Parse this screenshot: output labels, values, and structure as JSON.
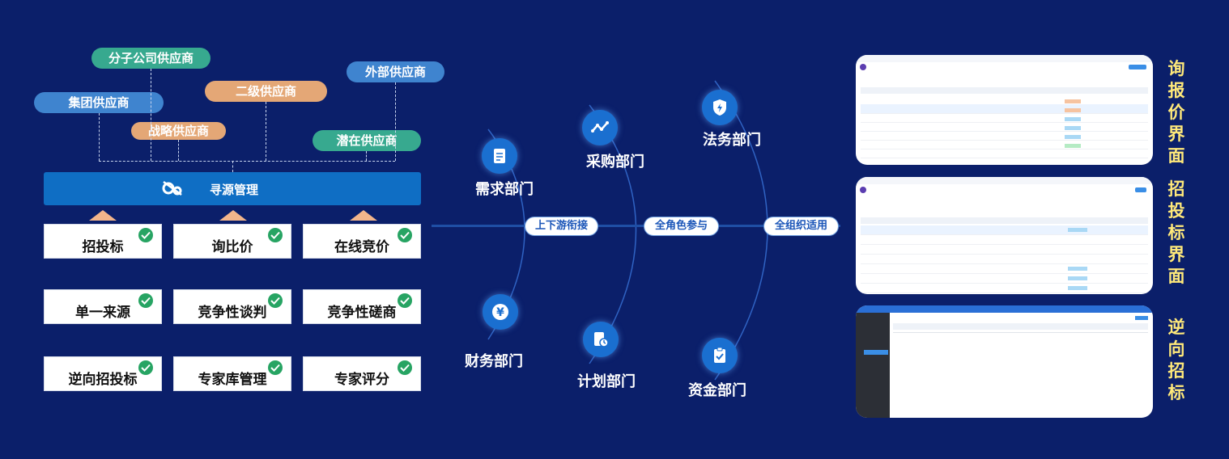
{
  "suppliers": {
    "subsidiary": "分子公司供应商",
    "external": "外部供应商",
    "group": "集团供应商",
    "secondary": "二级供应商",
    "strategic": "战略供应商",
    "potential": "潜在供应商"
  },
  "sourcing": {
    "title": "寻源管理"
  },
  "methods": [
    "招投标",
    "询比价",
    "在线竞价",
    "单一来源",
    "竞争性谈判",
    "竞争性磋商",
    "逆向招投标",
    "专家库管理",
    "专家评分"
  ],
  "tags": {
    "t1": "上下游衔接",
    "t2": "全角色参与",
    "t3": "全组织适用"
  },
  "departments": {
    "demand": "需求部门",
    "purchase": "采购部门",
    "legal": "法务部门",
    "finance": "财务部门",
    "plan": "计划部门",
    "funds": "资金部门"
  },
  "screens": {
    "inquiry": "询报价界面",
    "bidding": "招投标界面",
    "reverse": "逆向招标"
  },
  "colors": {
    "background": "#0b1f6a",
    "bar": "#0f6ec4",
    "check": "#27a463",
    "label_yellow": "#ffe97a"
  }
}
